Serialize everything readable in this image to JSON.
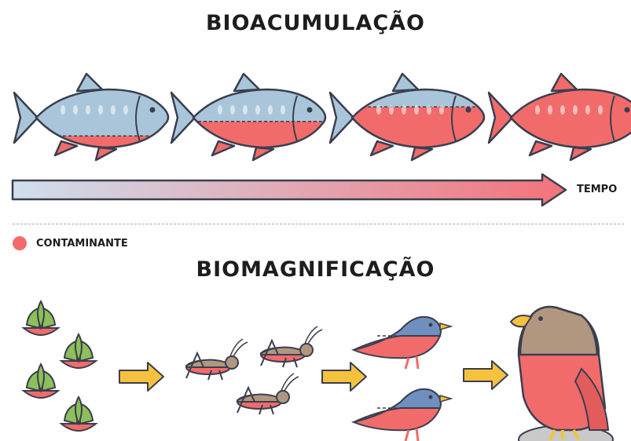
{
  "titles": {
    "top": "BIOACUMULAÇÃO",
    "bottom": "BIOMAGNIFICAÇÃO"
  },
  "arrow": {
    "label": "TEMPO"
  },
  "legend": {
    "label": "CONTAMINANTE",
    "color": "#f26b6b"
  },
  "fish_stages": [
    {
      "contaminant_fraction": 0.2
    },
    {
      "contaminant_fraction": 0.45
    },
    {
      "contaminant_fraction": 0.7
    },
    {
      "contaminant_fraction": 1.0
    }
  ],
  "food_chain": [
    "plant-icon",
    "grasshopper-icon",
    "bird-icon",
    "eagle-icon"
  ],
  "colors": {
    "fish_blue": "#a9c5d9",
    "contaminant": "#f26b6b",
    "outline": "#3a3f4f",
    "arrow_yellow": "#f6c23e",
    "plant_green": "#8dbf5a"
  }
}
